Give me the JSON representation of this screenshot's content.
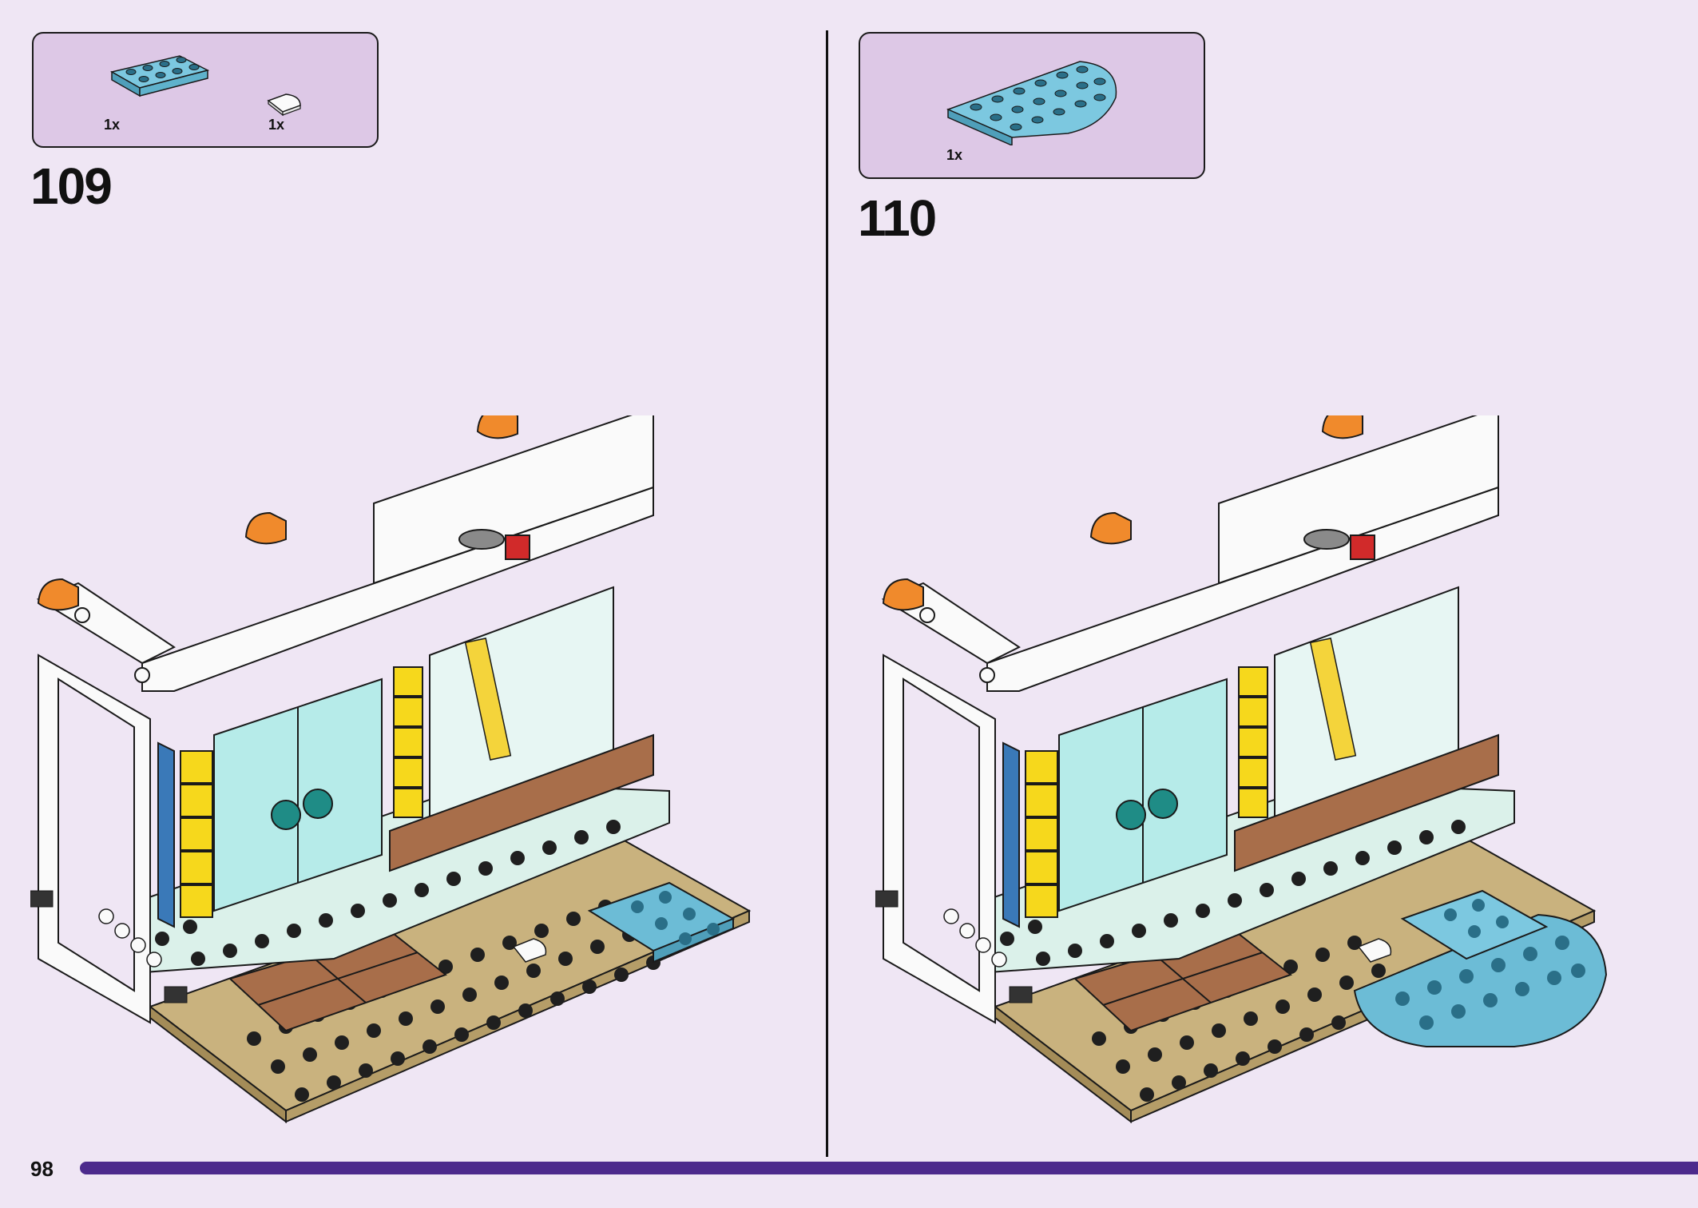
{
  "steps": [
    {
      "number": "109",
      "parts": [
        {
          "icon": "blue-plate-2x4-icon",
          "quantity": "1x"
        },
        {
          "icon": "white-tile-quarter-round-icon",
          "quantity": "1x"
        }
      ]
    },
    {
      "number": "110",
      "parts": [
        {
          "icon": "blue-half-round-plate-icon",
          "quantity": "1x"
        }
      ]
    }
  ],
  "page": {
    "number": "98"
  },
  "colors": {
    "background": "#efe6f4",
    "callout": "#ddc8e6",
    "footer_bar": "#4c2a8c",
    "brick_blue": "#6cbcd6",
    "brick_tan": "#c9b27e",
    "brick_brown": "#a86e4a",
    "brick_yellow": "#f6d81c",
    "brick_orange": "#f08a2c"
  }
}
